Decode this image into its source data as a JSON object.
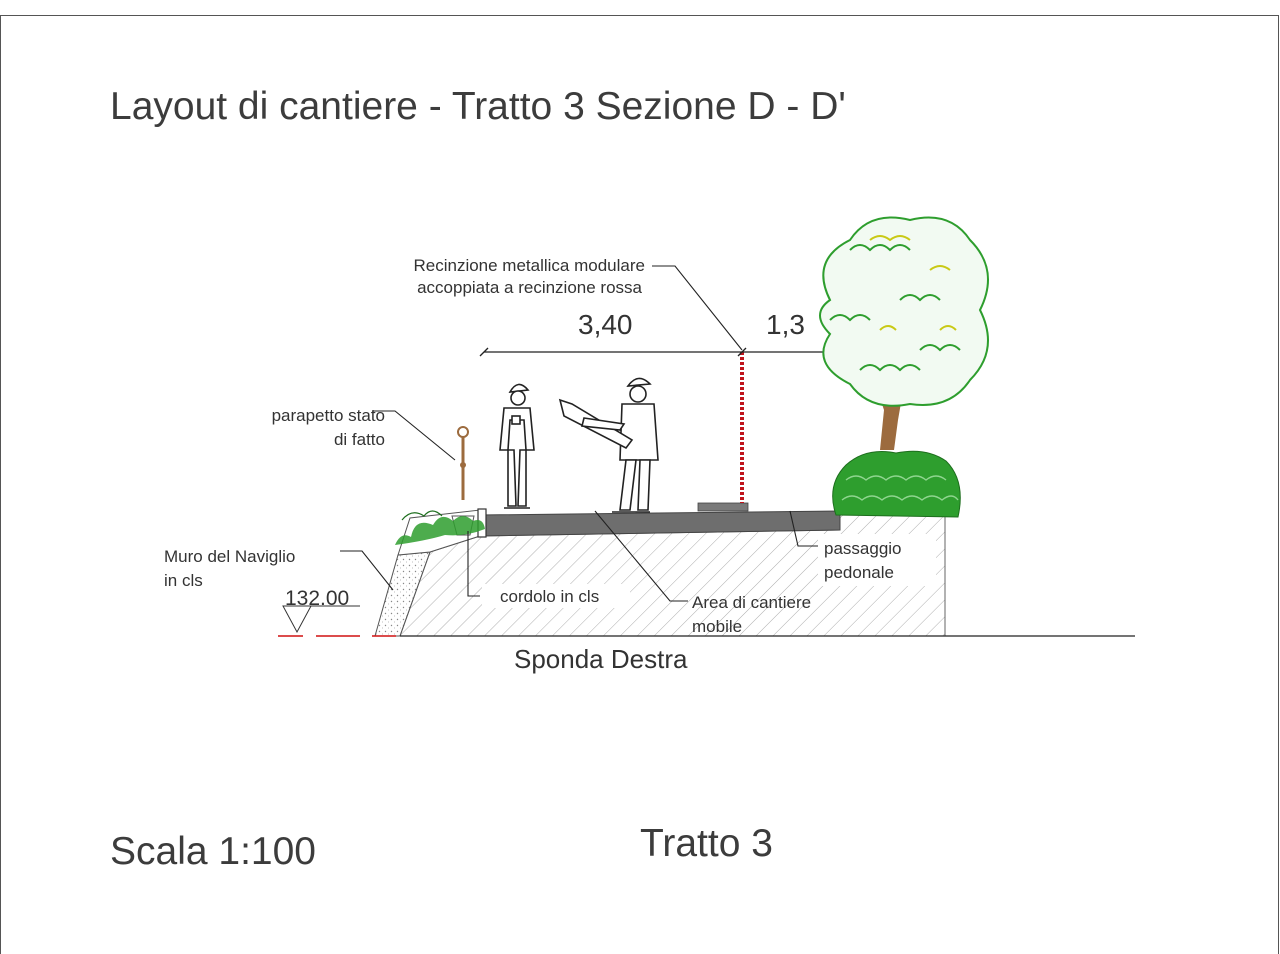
{
  "title": "Layout di cantiere - Tratto 3 Sezione D - D'",
  "scale_label": "Scala 1:100",
  "section_label": "Tratto 3",
  "bank_label": "Sponda Destra",
  "dimensions": {
    "left": "3,40",
    "right": "1,3"
  },
  "elevation": "132.00",
  "annotations": {
    "fence_line1": "Recinzione metallica modulare",
    "fence_line2": "accoppiata a recinzione rossa",
    "parapet_line1": "parapetto stato",
    "parapet_line2": "di fatto",
    "wall_line1": "Muro del Naviglio",
    "wall_line2": "in cls",
    "curb": "cordolo in cls",
    "site_line1": "Area di cantiere",
    "site_line2": "mobile",
    "walkway_line1": "passaggio",
    "walkway_line2": "pedonale"
  },
  "colors": {
    "line": "#222222",
    "paving": "#6e6e6e",
    "fence": "#c0141c",
    "water_level": "#d01010",
    "foliage_green": "#2e9e2e",
    "foliage_yellow": "#c9c915",
    "trunk": "#9c6b3e"
  }
}
